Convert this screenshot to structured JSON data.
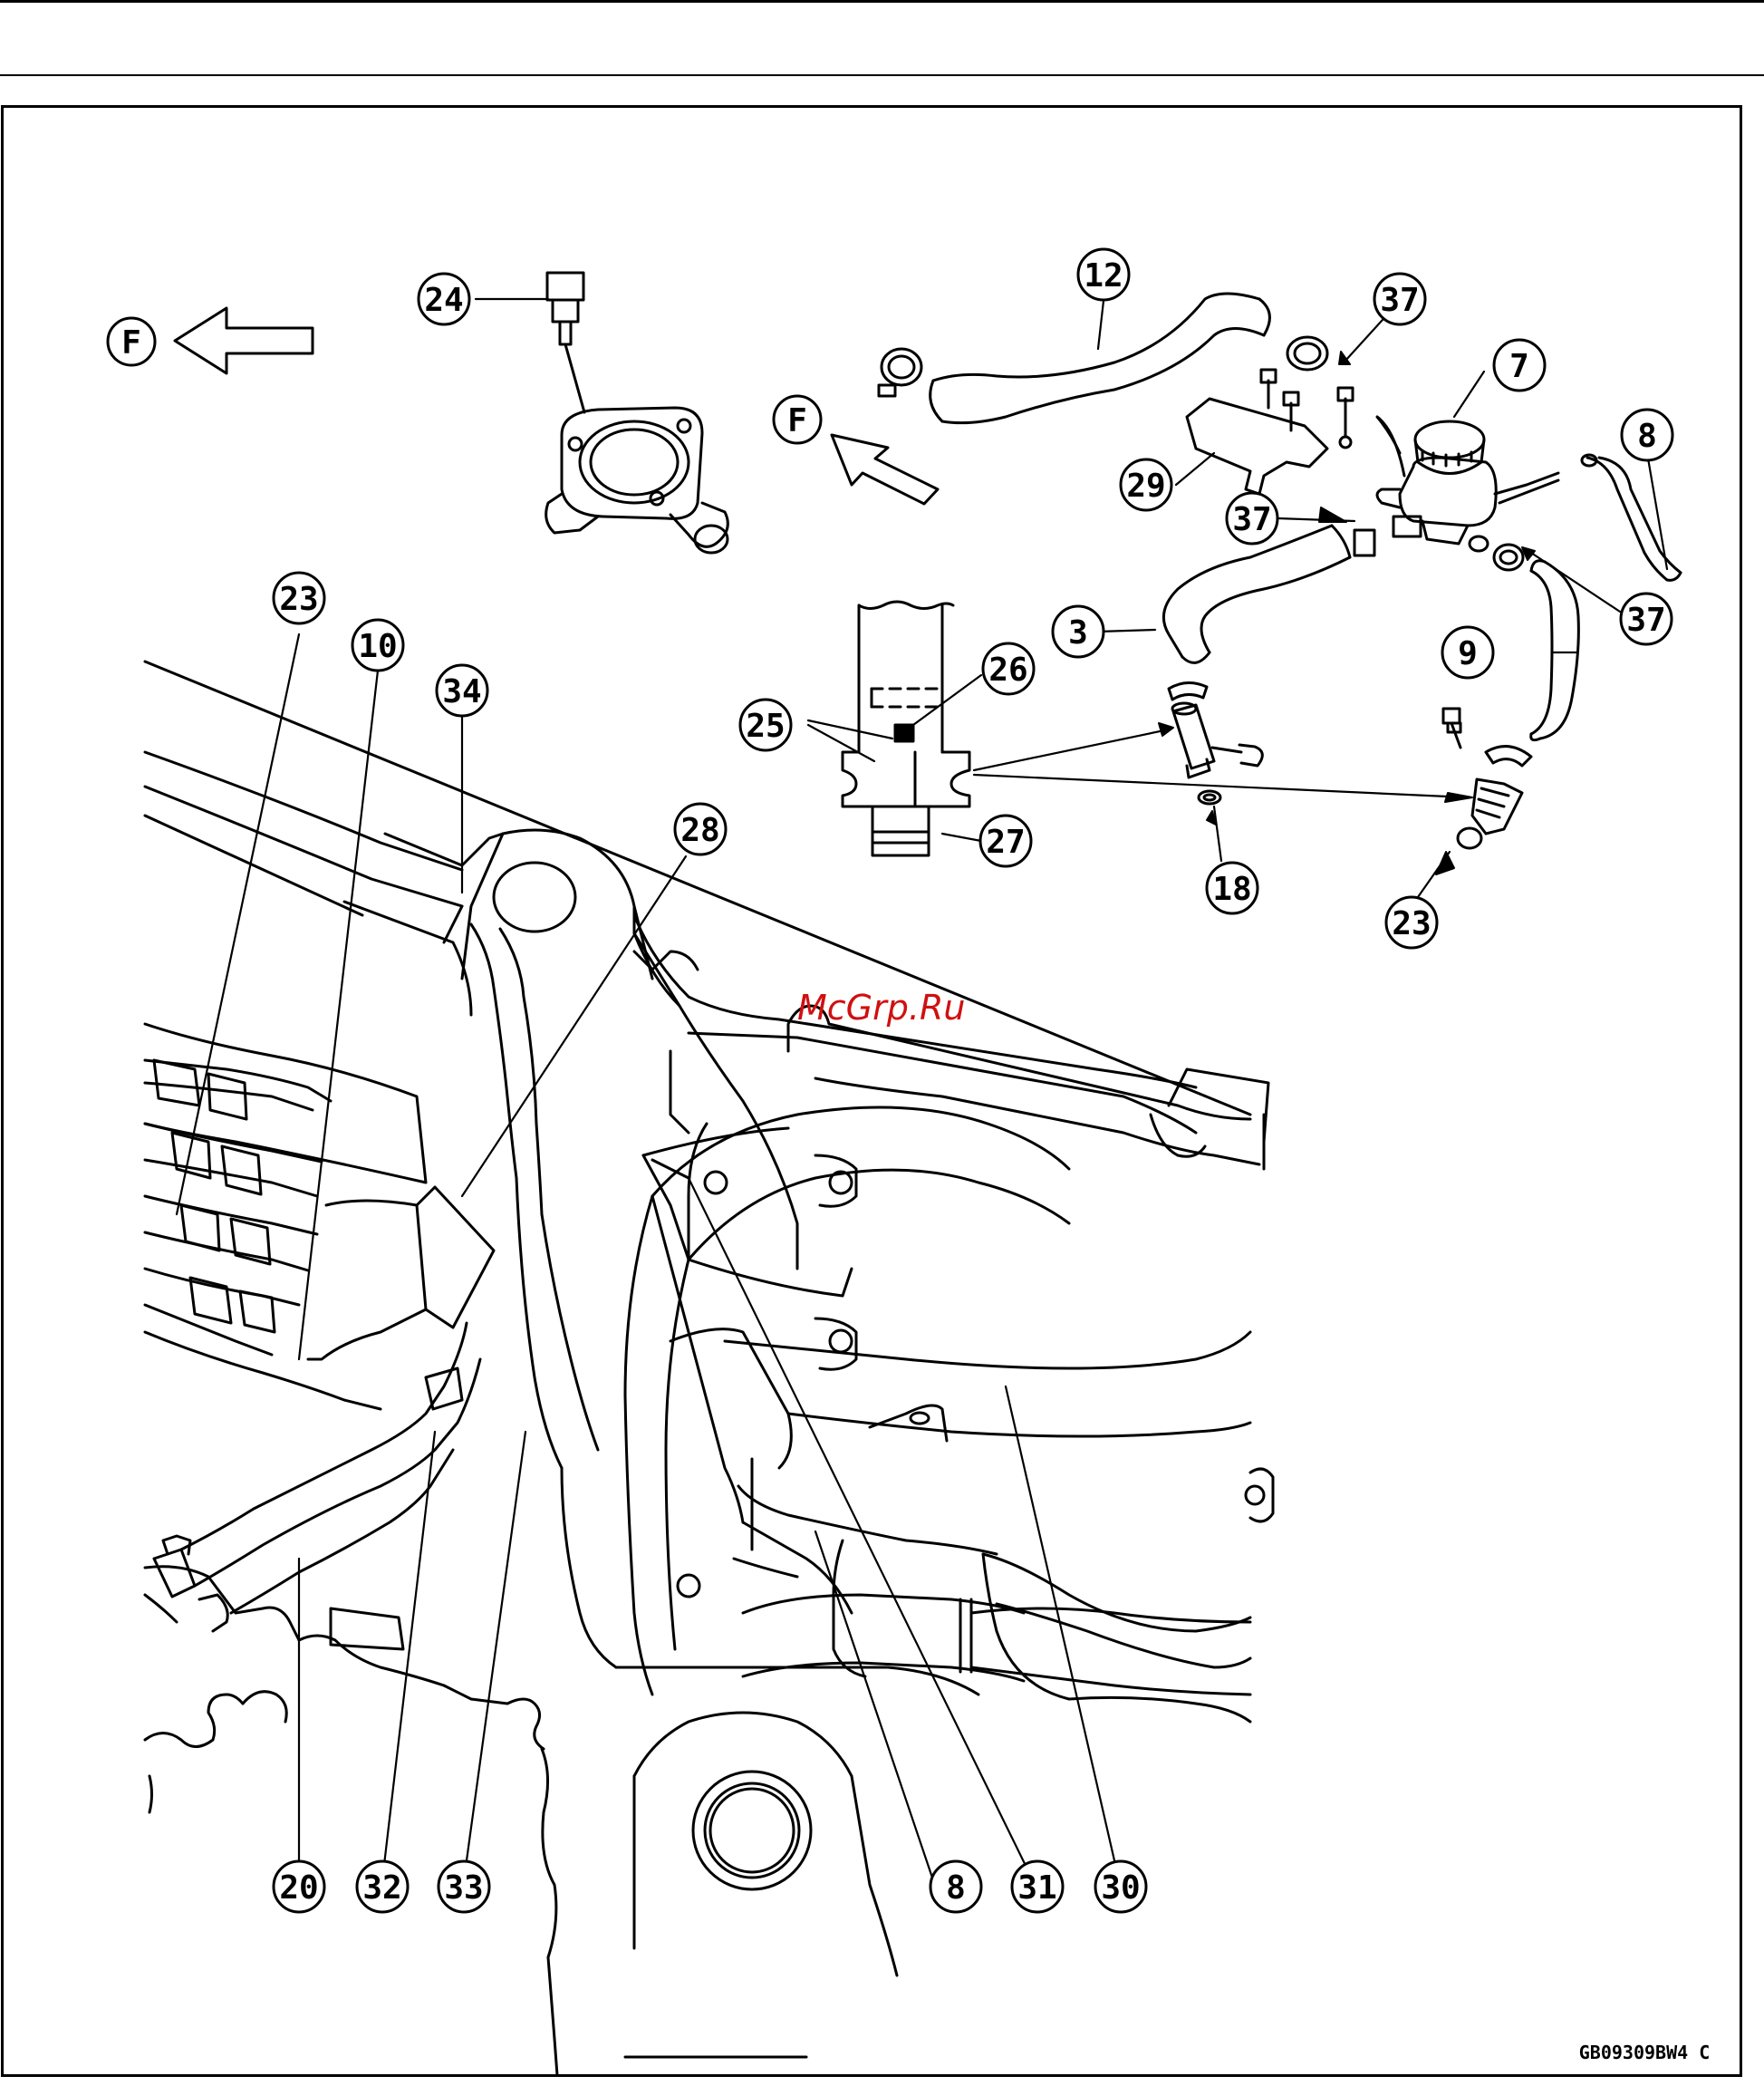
{
  "diagram": {
    "direction_label": "F",
    "watermark": "McGrp.Ru",
    "figure_code": "GB09309BW4 C",
    "callouts": [
      {
        "id": "24",
        "label": "24"
      },
      {
        "id": "12",
        "label": "12"
      },
      {
        "id": "37a",
        "label": "37"
      },
      {
        "id": "7",
        "label": "7"
      },
      {
        "id": "8a",
        "label": "8"
      },
      {
        "id": "29",
        "label": "29"
      },
      {
        "id": "37b",
        "label": "37"
      },
      {
        "id": "37c",
        "label": "37"
      },
      {
        "id": "3",
        "label": "3"
      },
      {
        "id": "9",
        "label": "9"
      },
      {
        "id": "26",
        "label": "26"
      },
      {
        "id": "25",
        "label": "25"
      },
      {
        "id": "27",
        "label": "27"
      },
      {
        "id": "18",
        "label": "18"
      },
      {
        "id": "23a",
        "label": "23"
      },
      {
        "id": "23b",
        "label": "23"
      },
      {
        "id": "10",
        "label": "10"
      },
      {
        "id": "34",
        "label": "34"
      },
      {
        "id": "28",
        "label": "28"
      },
      {
        "id": "20",
        "label": "20"
      },
      {
        "id": "32",
        "label": "32"
      },
      {
        "id": "33",
        "label": "33"
      },
      {
        "id": "8b",
        "label": "8"
      },
      {
        "id": "31",
        "label": "31"
      },
      {
        "id": "30",
        "label": "30"
      }
    ]
  }
}
